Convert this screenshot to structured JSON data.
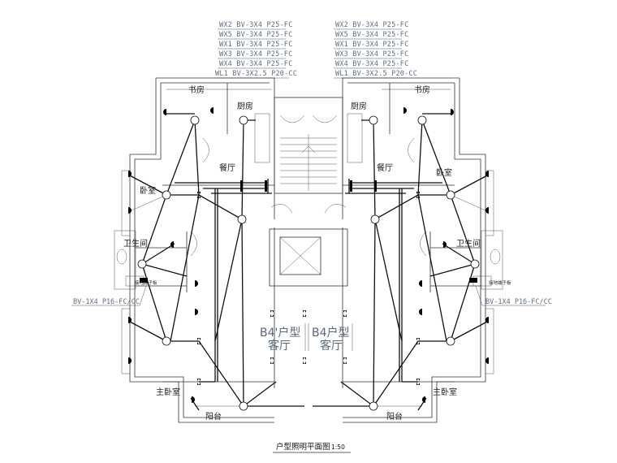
{
  "drawing": {
    "title": "户型照明平面图",
    "scale": "1:50"
  },
  "cables": {
    "left": [
      "WX2 BV-3X4 P25-FC",
      "WX5 BV-3X4 P25-FC",
      "WX1 BV-3X4 P25-FC",
      "WX3 BV-3X4 P25-FC",
      "WX4 BV-3X4 P25-FC",
      "WL1 BV-3X2.5 P20-CC"
    ],
    "right": [
      "WX2 BV-3X4 P25-FC",
      "WX5 BV-3X4 P25-FC",
      "WX1 BV-3X4 P25-FC",
      "WX3 BV-3X4 P25-FC",
      "WX4 BV-3X4 P25-FC",
      "WL1 BV-3X2.5 P20-CC"
    ]
  },
  "rooms": {
    "study_l": "书房",
    "kitchen_l": "厨房",
    "dining_l": "餐厅",
    "bedroom_l": "卧室",
    "bath_l": "卫生间",
    "master_l": "主卧室",
    "balcony_l": "阳台",
    "study_r": "书房",
    "kitchen_r": "厨房",
    "dining_r": "餐厅",
    "bedroom_r": "卧室",
    "bath_r": "卫生间",
    "master_r": "主卧室",
    "balcony_r": "阳台",
    "unit_l": "B4'户型",
    "living_l": "客厅",
    "unit_r": "B4户型",
    "living_r": "客厅"
  },
  "notes": {
    "bond_l": "接地端子板",
    "bond_r": "接地端子板",
    "bond_cable_l": "BV-1X4 P16-FC/CC",
    "bond_cable_r": "BV-1X4 P16-FC/CC"
  }
}
